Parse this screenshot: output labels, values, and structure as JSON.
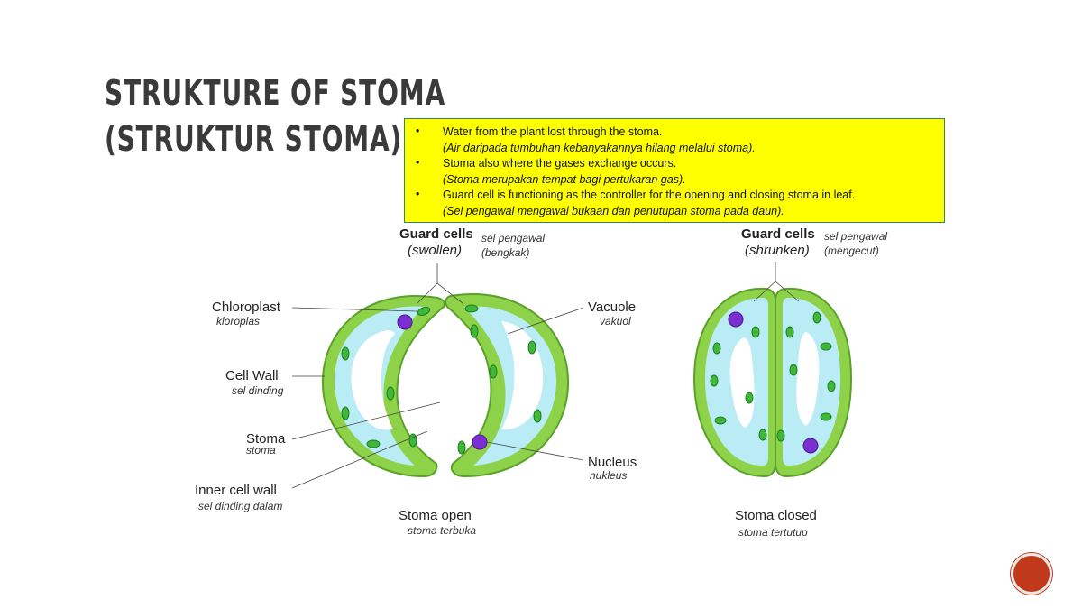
{
  "title": {
    "line1": "STRUKTURE OF STOMA",
    "line2": "(STRUKTUR STOMA):"
  },
  "notes": [
    {
      "bullet": "•",
      "text": "Water from the plant lost through the stoma.",
      "translation": "(Air daripada tumbuhan kebanyakannya hilang melalui stoma)."
    },
    {
      "bullet": "•",
      "text": "Stoma also where the gases exchange occurs.",
      "translation": "(Stoma merupakan tempat bagi pertukaran gas)."
    },
    {
      "bullet": "•",
      "text": "Guard cell is functioning as the controller for the opening and closing stoma in leaf.",
      "translation": "(Sel pengawal mengawal bukaan dan penutupan stoma pada daun)."
    }
  ],
  "diagram": {
    "guard_open": {
      "label": "Guard cells",
      "state": "(swollen)",
      "my": "sel pengawal",
      "my_state": "(bengkak)"
    },
    "guard_closed": {
      "label": "Guard cells",
      "state": "(shrunken)",
      "my": "sel pengawal",
      "my_state": "(mengecut)"
    },
    "chloroplast": {
      "en": "Chloroplast",
      "my": "kloroplas"
    },
    "cell_wall": {
      "en": "Cell Wall",
      "my": "sel dinding"
    },
    "stoma": {
      "en": "Stoma",
      "my": "stoma"
    },
    "inner_wall": {
      "en": "Inner cell wall",
      "my": "sel dinding dalam"
    },
    "vacuole": {
      "en": "Vacuole",
      "my": "vakuol"
    },
    "nucleus": {
      "en": "Nucleus",
      "my": "nukleus"
    },
    "open_caption": {
      "en": "Stoma open",
      "my": "stoma terbuka"
    },
    "closed_caption": {
      "en": "Stoma closed",
      "my": "stoma tertutup"
    }
  },
  "colors": {
    "cell_wall": "#8ed24a",
    "cytoplasm": "#b9ecf4",
    "vacuole": "#ffffff",
    "nucleus": "#7b2fd1",
    "chloroplast": "#3fb83a",
    "notes_bg": "#ffff00",
    "nav_button": "#c0391b"
  },
  "nav": {
    "icon": "slide-nav-circle-icon"
  }
}
